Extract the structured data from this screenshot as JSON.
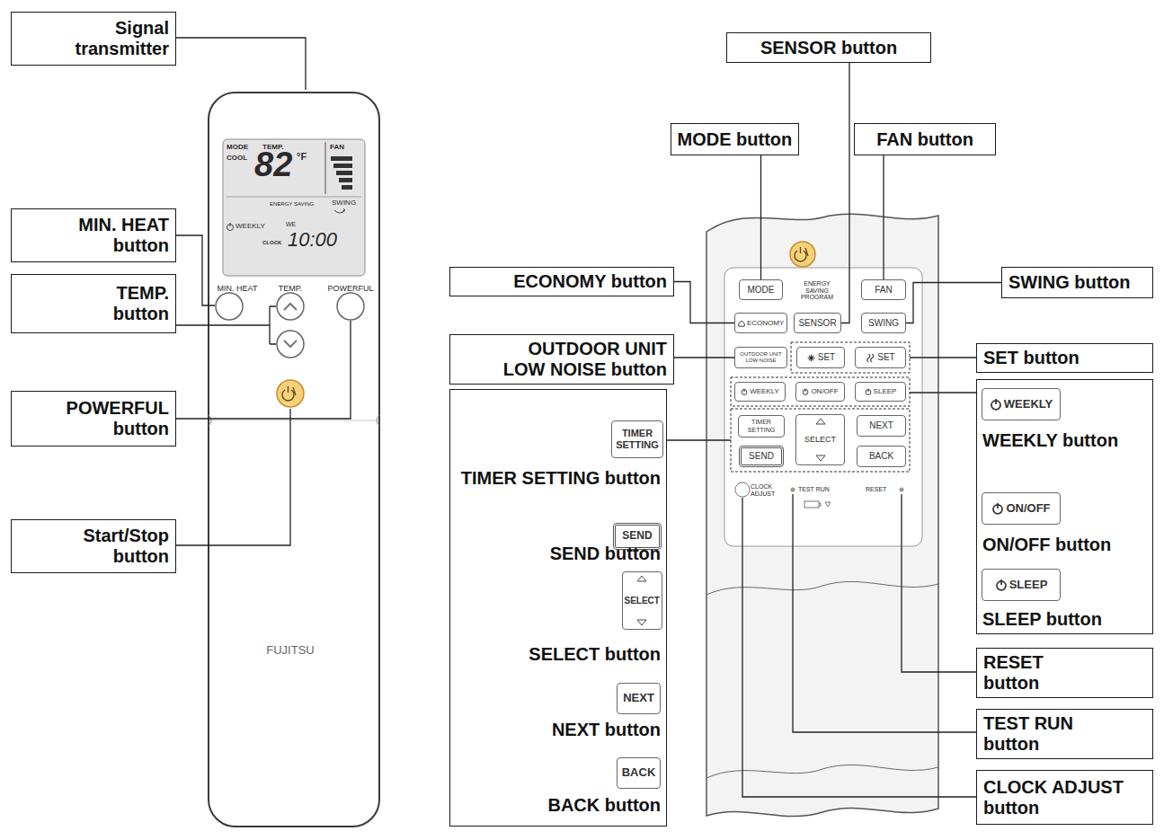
{
  "diagram": {
    "nodes": [
      {
        "text": [
          "Signal transmitter"
        ]
      },
      {
        "text": [
          "MIN. HEAT button"
        ]
      },
      {
        "text": [
          "TEMP. button"
        ]
      },
      {
        "text": [
          "POWERFUL button"
        ]
      },
      {
        "text": [
          "Start/Stop button"
        ]
      },
      {
        "text": [
          "SENSOR button"
        ]
      },
      {
        "text": [
          "MODE button"
        ]
      },
      {
        "text": [
          "FAN button"
        ]
      },
      {
        "text": [
          "ECONOMY button"
        ]
      },
      {
        "text": [
          "SWING button"
        ]
      },
      {
        "text": [
          "OUTDOOR UNIT LOW NOISE button"
        ]
      },
      {
        "text": [
          "SET button"
        ]
      },
      {
        "text": [
          "MODE"
        ]
      },
      {
        "text": [
          "FAN"
        ]
      },
      {
        "text": [
          "ECONOMY"
        ]
      },
      {
        "text": [
          "SENSOR"
        ]
      },
      {
        "text": [
          "SWING"
        ]
      },
      {
        "text": [
          "OUTDOOR UNIT LOW NOISE"
        ]
      },
      {
        "text": [
          "SET"
        ]
      },
      {
        "text": [
          "SET"
        ]
      },
      {
        "text": [
          "WEEKLY"
        ]
      },
      {
        "text": [
          "ON/OFF"
        ]
      },
      {
        "text": [
          "SLEEP"
        ]
      },
      {
        "text": [
          "TIMER SETTING"
        ]
      },
      {
        "text": [
          "SELECT"
        ]
      },
      {
        "text": [
          "NEXT"
        ]
      },
      {
        "text": [
          "SEND"
        ]
      },
      {
        "text": [
          "BACK"
        ]
      },
      {
        "text": [
          "TIMER SETTING button",
          "SEND button",
          "SELECT button",
          "NEXT button",
          "BACK button"
        ]
      },
      {
        "text": [
          "TIMER SETTING"
        ],
        "in": 28
      },
      {
        "text": [
          "SEND"
        ],
        "in": 28
      },
      {
        "text": [
          "SELECT"
        ],
        "in": 28
      },
      {
        "text": [
          "NEXT"
        ],
        "in": 28
      },
      {
        "text": [
          "BACK"
        ],
        "in": 28
      },
      {
        "text": [
          "WEEKLY button",
          "ON/OFF button",
          "SLEEP button"
        ]
      },
      {
        "text": [
          "WEEKLY"
        ],
        "in": 34
      },
      {
        "text": [
          "ON/OFF"
        ],
        "in": 34
      },
      {
        "text": [
          "SLEEP"
        ],
        "in": 34
      },
      {
        "text": [
          "RESET button"
        ]
      },
      {
        "text": [
          "TEST RUN button"
        ]
      },
      {
        "text": [
          "CLOCK ADJUST button"
        ]
      }
    ],
    "edges": [
      {
        "from": 6,
        "to": 12,
        "arrow": "none"
      },
      {
        "from": 8,
        "to": 14,
        "arrow": "none"
      },
      {
        "from": 5,
        "to": 15,
        "arrow": "none"
      },
      {
        "from": 7,
        "to": 13,
        "arrow": "none"
      },
      {
        "from": 9,
        "to": 16,
        "arrow": "none"
      },
      {
        "from": 10,
        "to": 17,
        "arrow": "none"
      }
    ],
    "labels": [
      "MODE",
      "TEMP.",
      "FAN",
      "COOL",
      "82",
      "°F",
      "ENERGY SAVING",
      "SWING",
      "WEEKLY",
      "WE",
      "CLOCK",
      "10:00",
      "MIN. HEAT",
      "TEMP.",
      "POWERFUL",
      "FUJITSU",
      "ENERGY SAVING PROGRAM",
      "CLOCK ADJUST",
      "TEST RUN",
      "RESET"
    ]
  }
}
